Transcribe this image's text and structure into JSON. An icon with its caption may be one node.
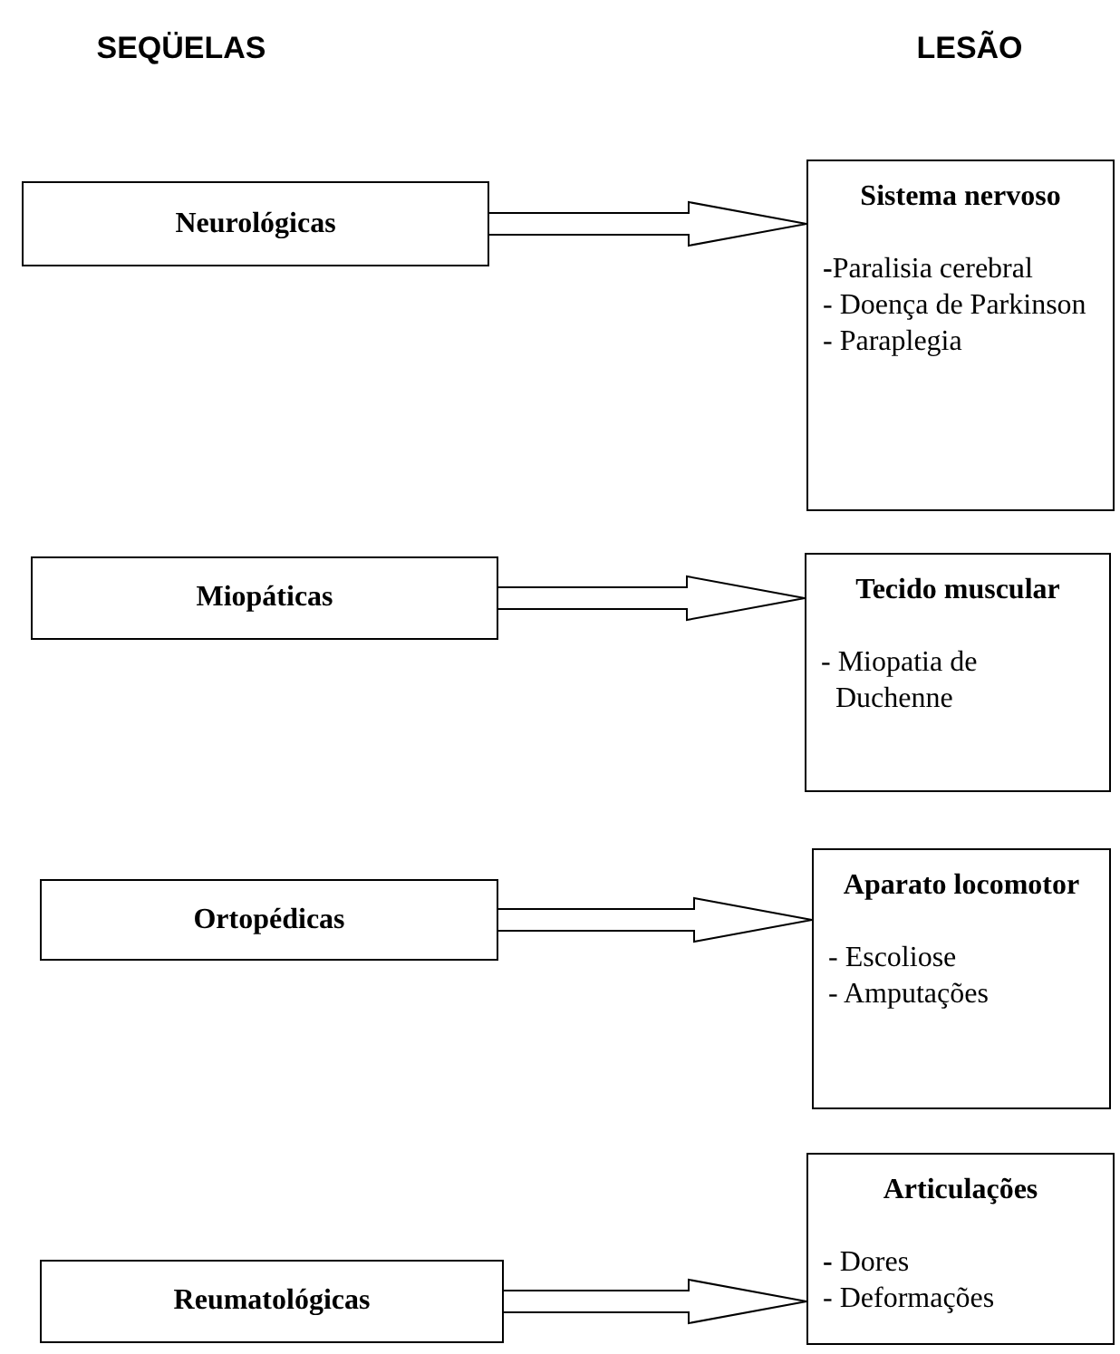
{
  "diagram": {
    "nodes": [
      {
        "text": [
          "Neurológicas"
        ]
      },
      {
        "text": [
          "Sistema nervoso",
          "**-**Paralisia cerebral",
          "- Doença de Parkinson",
          "- Paraplegia"
        ]
      },
      {
        "text": [
          "Miopáticas"
        ]
      },
      {
        "text": [
          "Tecido muscular",
          "- Miopatia de Duchenne"
        ]
      },
      {
        "text": [
          "Ortopédicas"
        ]
      },
      {
        "text": [
          "Aparato locomotor",
          "- Escoliose",
          "- Amputações"
        ]
      },
      {
        "text": [
          "Reumatológicas"
        ]
      },
      {
        "text": [
          "Articulações",
          "**-** Dores",
          "- Deformações"
        ]
      }
    ],
    "edges": [
      {
        "from": 0,
        "to": 1,
        "arrow": "to"
      },
      {
        "from": 2,
        "to": 3,
        "arrow": "to"
      },
      {
        "from": 4,
        "to": 5,
        "arrow": "to"
      },
      {
        "from": 6,
        "to": 7,
        "arrow": "to"
      }
    ],
    "labels": [
      "SEQÜELAS",
      "LESÃO"
    ]
  }
}
